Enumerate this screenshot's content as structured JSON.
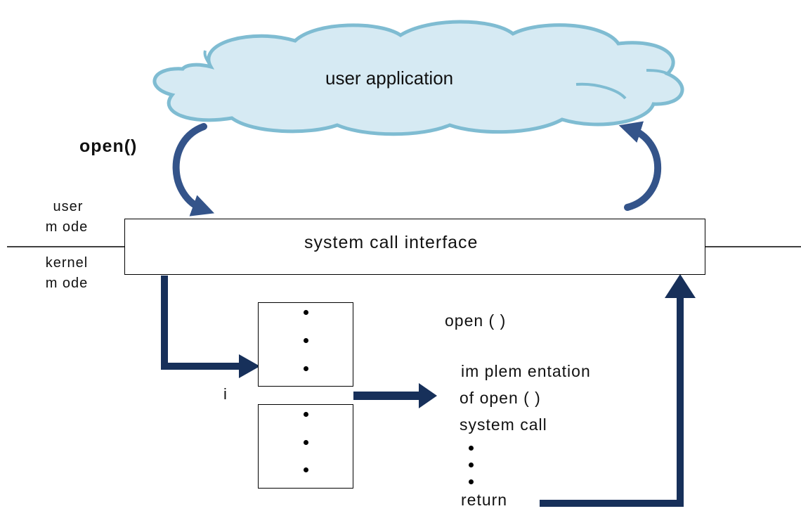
{
  "colors": {
    "cloud_fill": "#d6eaf3",
    "cloud_stroke": "#7fbcd2",
    "curved_arrow": "#34548a",
    "flow_arrow": "#17305a",
    "line": "#000000"
  },
  "cloud": {
    "label": "user application"
  },
  "call": {
    "label": "open()"
  },
  "modes": {
    "user_line1": "user",
    "user_line2": "m ode",
    "kernel_line1": "kernel",
    "kernel_line2": "m ode"
  },
  "interface": {
    "label": "system  call  interface"
  },
  "table": {
    "index_label": "i",
    "dot": "•"
  },
  "impl": {
    "line1": "open ( )",
    "line2": "im plem entation",
    "line3": "of open ( )",
    "line4": "system  call",
    "line5": "return"
  }
}
